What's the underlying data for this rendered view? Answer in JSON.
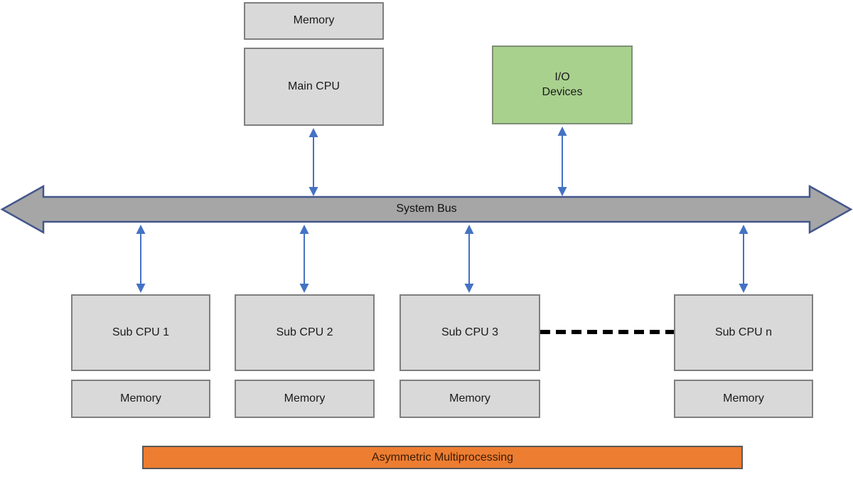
{
  "diagram": {
    "banner": {
      "label": "Asymmetric Multiprocessing"
    },
    "bus": {
      "label": "System Bus"
    },
    "nodes": {
      "top_memory": {
        "label": "Memory"
      },
      "main_cpu": {
        "label": "Main CPU"
      },
      "io_devices": {
        "label": "I/O\nDevices"
      },
      "sub_cpus": [
        {
          "label": "Sub CPU 1",
          "memory_label": "Memory"
        },
        {
          "label": "Sub CPU 2",
          "memory_label": "Memory"
        },
        {
          "label": "Sub CPU 3",
          "memory_label": "Memory"
        },
        {
          "label": "Sub CPU n",
          "memory_label": "Memory"
        }
      ]
    },
    "colors": {
      "box_fill": "#d9d9d9",
      "box_border": "#7f7f7f",
      "io_fill": "#a9d18e",
      "bus_fill": "#a6a6a6",
      "bus_border": "#44568c",
      "arrow_blue": "#4472c4",
      "banner_fill": "#ed7d31",
      "banner_border": "#595959",
      "dashed_connector": "#000000"
    }
  }
}
